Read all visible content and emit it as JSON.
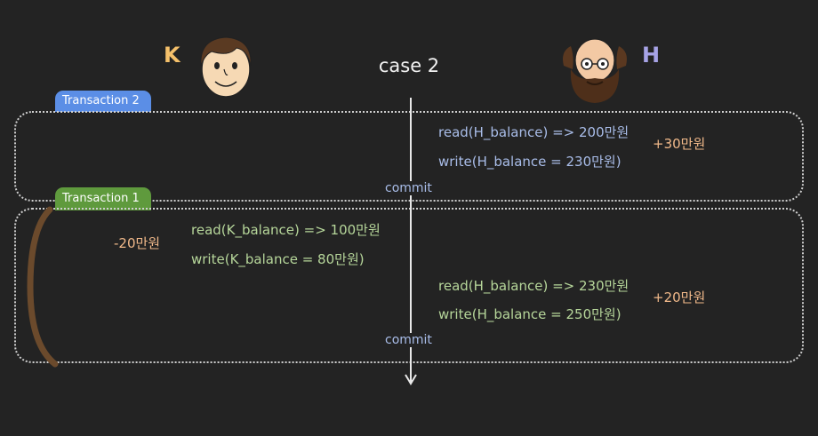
{
  "title": "case 2",
  "people": {
    "k": {
      "letter": "K",
      "color": "#f4c06a"
    },
    "h": {
      "letter": "H",
      "color": "#a7a3e6"
    }
  },
  "transactions": {
    "t2": {
      "tag": "Transaction 2",
      "tag_color": "#5b8ee6",
      "lines": [
        "read(H_balance) => 200만원",
        "write(H_balance = 230만원)"
      ],
      "delta": "+30만원",
      "commit": "commit"
    },
    "t1": {
      "tag": "Transaction 1",
      "tag_color": "#5f9a3d",
      "k_lines": [
        "read(K_balance) => 100만원",
        "write(K_balance = 80만원)"
      ],
      "k_delta": "-20만원",
      "h_lines": [
        "read(H_balance) => 230만원",
        "write(H_balance = 250만원)"
      ],
      "h_delta": "+20만원",
      "commit": "commit"
    }
  },
  "colors": {
    "background": "#232323",
    "timeline": "#e8e8e8",
    "progress_bar": "#6b4a2c"
  }
}
